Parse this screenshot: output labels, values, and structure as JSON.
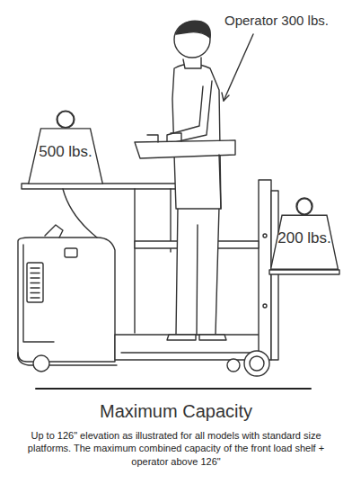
{
  "diagram": {
    "title": "Maximum Capacity",
    "caption": "Up to 126\" elevation as illustrated for all models with standard size platforms. The maximum combined capacity of the front load shelf + operator above 126\"",
    "nodes": [
      {
        "text": [
          "500 lbs."
        ]
      },
      {
        "text": [
          "200 lbs."
        ]
      }
    ],
    "labels": [
      "Operator 300 lbs."
    ]
  }
}
